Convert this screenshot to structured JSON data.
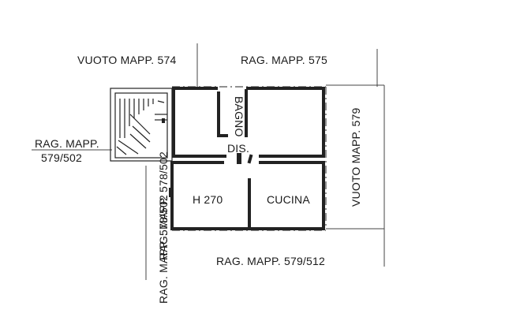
{
  "labels": {
    "top_left": "VUOTO MAPP. 574",
    "top_right": "RAG. MAPP. 575",
    "left_line1": "RAG. MAPP.",
    "left_line2": "579/502",
    "right": "VUOTO MAPP. 579",
    "bottom": "RAG. MAPP. 579/512",
    "left_vertical_1": "RAG. MAPP. 578/502",
    "left_vertical_2": "RAG. MAPP. 578/502"
  },
  "rooms": {
    "bathroom": "BAGNO",
    "hall": "DIS.",
    "height": "H 270",
    "kitchen": "CUCINA"
  }
}
